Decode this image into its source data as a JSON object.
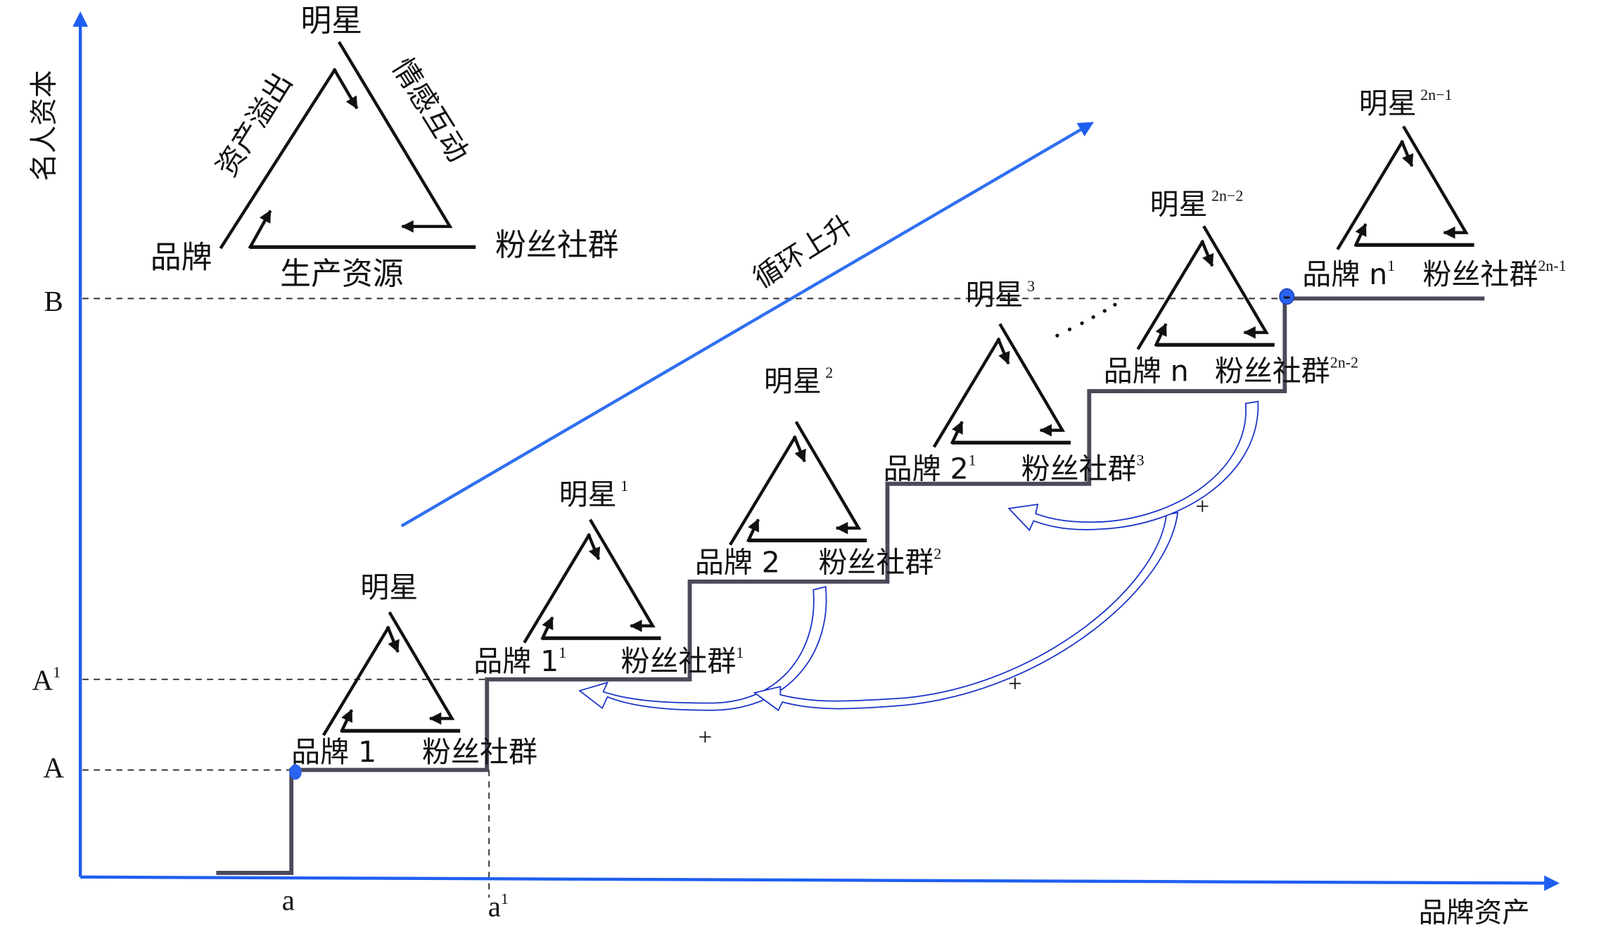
{
  "colors": {
    "axis": "#1f5ff0",
    "trend_arrow": "#2f6ff0",
    "staircase": "#4b4a5a",
    "feedback_arrow": "#1a32c8",
    "point": "#2a63f0"
  },
  "axes": {
    "y_label": "名人资本",
    "x_label": "品牌资产",
    "y_ticks": [
      {
        "id": "A",
        "label": "A",
        "sup": ""
      },
      {
        "id": "A1",
        "label": "A",
        "sup": "1"
      },
      {
        "id": "B",
        "label": "B",
        "sup": ""
      }
    ],
    "x_ticks": [
      {
        "id": "a",
        "label": "a",
        "sup": ""
      },
      {
        "id": "a1",
        "label": "a",
        "sup": "1"
      }
    ]
  },
  "model": {
    "top": "明星",
    "left": "品牌",
    "right": "粉丝社群",
    "edge_left": "资产溢出",
    "edge_right": "情感互动",
    "edge_bottom": "生产资源"
  },
  "trend_label": "循环上升",
  "ellipsis": "……",
  "plus_sign": "+",
  "stages": [
    {
      "star": "明星",
      "star_sup": "",
      "brand": "品牌 1",
      "brand_sup": "",
      "fans": "粉丝社群",
      "fans_sup": ""
    },
    {
      "star": "明星",
      "star_sup": "1",
      "brand": "品牌 1",
      "brand_sup": "1",
      "fans": "粉丝社群",
      "fans_sup": "1"
    },
    {
      "star": "明星",
      "star_sup": "2",
      "brand": "品牌 2",
      "brand_sup": "",
      "fans": "粉丝社群",
      "fans_sup": "2"
    },
    {
      "star": "明星",
      "star_sup": "3",
      "brand": "品牌 2",
      "brand_sup": "1",
      "fans": "粉丝社群",
      "fans_sup": "3"
    },
    {
      "star": "明星",
      "star_sup": "2n−2",
      "brand": "品牌 n",
      "brand_sup": "",
      "fans": "粉丝社群",
      "fans_sup": "2n-2"
    },
    {
      "star": "明星",
      "star_sup": "2n−1",
      "brand": "品牌 n",
      "brand_sup": "1",
      "fans": "粉丝社群",
      "fans_sup": "2n-1"
    }
  ]
}
